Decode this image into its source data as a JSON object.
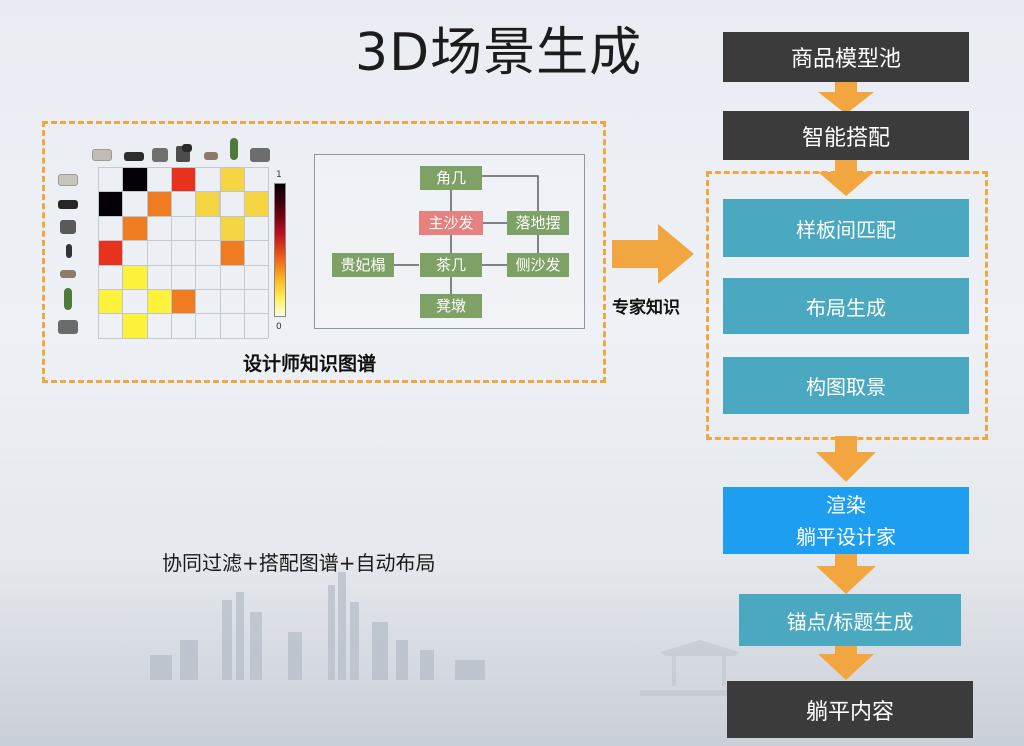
{
  "title": "3D场景生成",
  "matrix": {
    "colorbar_max": "1",
    "colorbar_min": "0",
    "caption": "设计师知识图谱",
    "icons": [
      "sofa-icon",
      "tv-cabinet-icon",
      "armchair-icon",
      "armchair-icon",
      "table-lamp-icon",
      "tea-table-icon",
      "plant-icon",
      "chaise-icon"
    ],
    "cells": [
      {
        "r": 0,
        "c": 1,
        "color": "#050008"
      },
      {
        "r": 0,
        "c": 3,
        "color": "#e8321e"
      },
      {
        "r": 0,
        "c": 5,
        "color": "#f6d545"
      },
      {
        "r": 1,
        "c": 0,
        "color": "#050008"
      },
      {
        "r": 1,
        "c": 2,
        "color": "#f07c22"
      },
      {
        "r": 1,
        "c": 4,
        "color": "#f6d545"
      },
      {
        "r": 1,
        "c": 6,
        "color": "#f6d545"
      },
      {
        "r": 2,
        "c": 1,
        "color": "#f07c22"
      },
      {
        "r": 2,
        "c": 5,
        "color": "#f6d545"
      },
      {
        "r": 3,
        "c": 0,
        "color": "#e8321e"
      },
      {
        "r": 3,
        "c": 5,
        "color": "#f07c22"
      },
      {
        "r": 4,
        "c": 1,
        "color": "#fff23a"
      },
      {
        "r": 5,
        "c": 0,
        "color": "#fff23a"
      },
      {
        "r": 5,
        "c": 2,
        "color": "#fff23a"
      },
      {
        "r": 5,
        "c": 3,
        "color": "#f07c22"
      },
      {
        "r": 6,
        "c": 1,
        "color": "#fff23a"
      }
    ]
  },
  "graph": {
    "nodes": {
      "jiaoji": "角几",
      "zhushafa": "主沙发",
      "luodibai": "落地摆",
      "guifeita": "贵妃榻",
      "chaji": "茶几",
      "ceshafa": "侧沙发",
      "dengdun": "凳墩"
    }
  },
  "expert_label": "专家知识",
  "bottom_text": "协同过滤+搭配图谱+自动布局",
  "flow": {
    "model_pool": "商品模型池",
    "smart_match": "智能搭配",
    "room_match": "样板间匹配",
    "layout_gen": "布局生成",
    "composition": "构图取景",
    "render_line1": "渲染",
    "render_line2": "躺平设计家",
    "anchor_title": "锚点/标题生成",
    "content": "躺平内容"
  }
}
